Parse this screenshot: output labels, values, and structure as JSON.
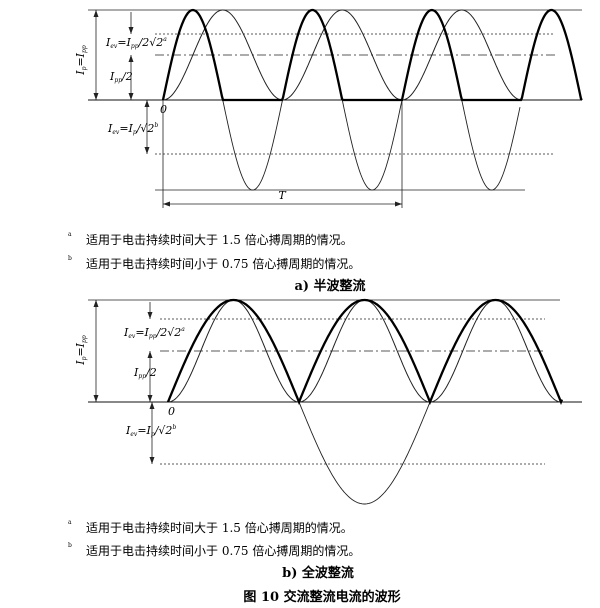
{
  "panel_a": {
    "label_ip": "I",
    "label_ip_sub": "p",
    "label_ip_eq": "=",
    "label_ipp": "I",
    "label_ipp_sub": "pp",
    "label_iev_top": "I",
    "label_iev_top_sub": "ev",
    "label_iev_top_eq": "=I",
    "label_iev_top_sub2": "pp",
    "label_iev_top_rest": "/2√2",
    "label_iev_top_mark": "a",
    "label_ipp_half": "I",
    "label_ipp_half_sub": "pp",
    "label_ipp_half_rest": "/2",
    "label_zero": "0",
    "label_iev_bot": "I",
    "label_iev_bot_sub": "ev",
    "label_iev_bot_eq": "=I",
    "label_iev_bot_sub2": "p",
    "label_iev_bot_rest": "/√2",
    "label_iev_bot_mark": "b",
    "label_T": "T",
    "note_a_mark": "a",
    "note_a_text": "适用于电击持续时间大于 1.5 倍心搏周期的情况。",
    "note_b_mark": "b",
    "note_b_text": "适用于电击持续时间小于 0.75 倍心搏周期的情况。",
    "caption": "a)  半波整流"
  },
  "panel_b": {
    "label_ip": "I",
    "label_ip_sub": "p",
    "label_ip_eq": "=",
    "label_ipp": "I",
    "label_ipp_sub": "pp",
    "label_iev_top": "I",
    "label_iev_top_sub": "ev",
    "label_iev_top_eq": "=I",
    "label_iev_top_sub2": "pp",
    "label_iev_top_rest": "/2√2",
    "label_iev_top_mark": "a",
    "label_ipp_half": "I",
    "label_ipp_half_sub": "pp",
    "label_ipp_half_rest": "/2",
    "label_zero": "0",
    "label_iev_bot": "I",
    "label_iev_bot_sub": "ev",
    "label_iev_bot_eq": "=I",
    "label_iev_bot_sub2": "p",
    "label_iev_bot_rest": "/√2",
    "label_iev_bot_mark": "b",
    "note_a_mark": "a",
    "note_a_text": "适用于电击持续时间大于 1.5 倍心搏周期的情况。",
    "note_b_mark": "b",
    "note_b_text": "适用于电击持续时间小于 0.75 倍心搏周期的情况。",
    "caption": "b)  全波整流"
  },
  "figure_caption": "图 10   交流整流电流的波形"
}
